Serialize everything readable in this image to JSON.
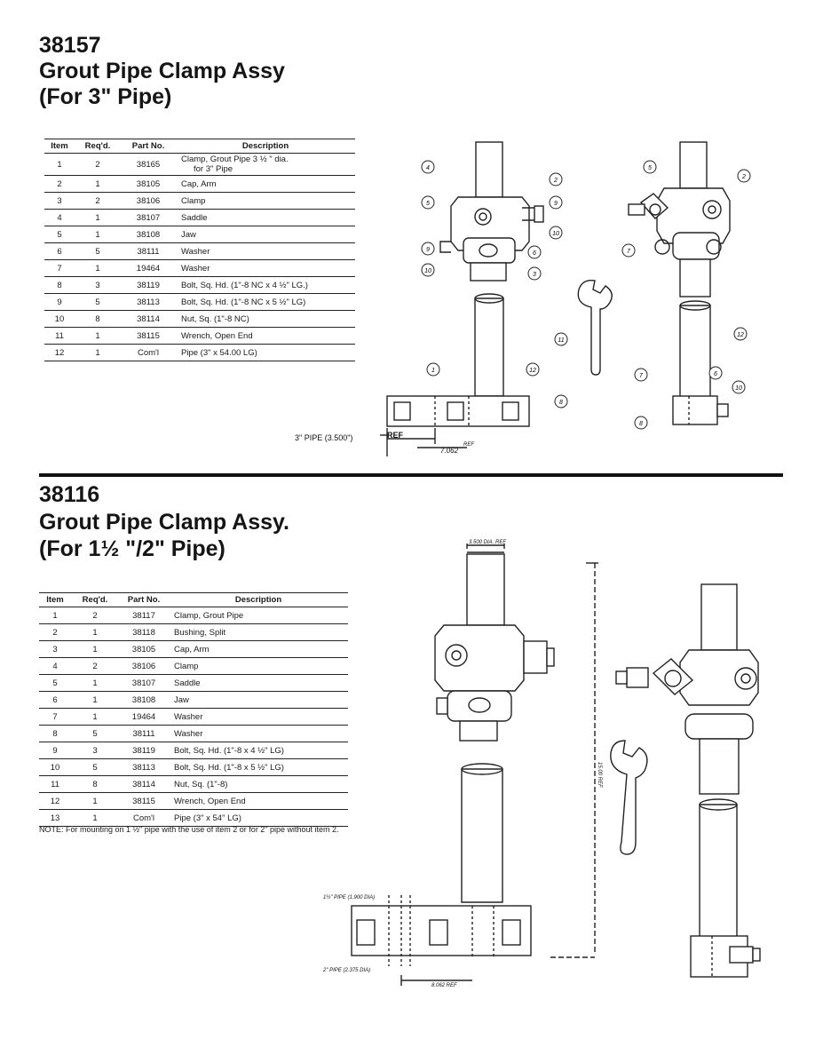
{
  "section1": {
    "number": "38157",
    "title": "Grout Pipe Clamp Assy",
    "subtitle": "(For 3\" Pipe)",
    "table": {
      "headers": [
        "Item",
        "Req'd.",
        "Part No.",
        "Description"
      ],
      "rows": [
        {
          "item": "1",
          "req": "2",
          "part": "38165",
          "desc": "Clamp, Grout Pipe 3 ½ \" dia.",
          "desc2": "for 3\" Pipe"
        },
        {
          "item": "2",
          "req": "1",
          "part": "38105",
          "desc": "Cap, Arm"
        },
        {
          "item": "3",
          "req": "2",
          "part": "38106",
          "desc": "Clamp"
        },
        {
          "item": "4",
          "req": "1",
          "part": "38107",
          "desc": "Saddle"
        },
        {
          "item": "5",
          "req": "1",
          "part": "38108",
          "desc": "Jaw"
        },
        {
          "item": "6",
          "req": "5",
          "part": "38111",
          "desc": "Washer"
        },
        {
          "item": "7",
          "req": "1",
          "part": "19464",
          "desc": "Washer"
        },
        {
          "item": "8",
          "req": "3",
          "part": "38119",
          "desc": "Bolt, Sq. Hd. (1\"-8 NC x 4 ½\" LG.)"
        },
        {
          "item": "9",
          "req": "5",
          "part": "38113",
          "desc": "Bolt, Sq. Hd. (1\"-8 NC x 5 ½\" LG)"
        },
        {
          "item": "10",
          "req": "8",
          "part": "38114",
          "desc": "Nut, Sq. (1\"-8 NC)"
        },
        {
          "item": "11",
          "req": "1",
          "part": "38115",
          "desc": "Wrench, Open End"
        },
        {
          "item": "12",
          "req": "1",
          "part": "Com'l",
          "desc": "Pipe (3\" x 54.00 LG)"
        }
      ]
    },
    "drawing": {
      "ref_label": "REF",
      "pipe_label": "3\" PIPE (3.500\")",
      "dim_label": "7.062",
      "dim_suffix": "REF",
      "callouts_left": [
        "4",
        "5",
        "9",
        "10",
        "2",
        "9",
        "10",
        "6",
        "3",
        "1",
        "12",
        "8",
        "11"
      ],
      "callouts_right": [
        "5",
        "2",
        "7",
        "12",
        "6",
        "7",
        "10",
        "8"
      ]
    }
  },
  "section2": {
    "number": "38116",
    "title": "Grout Pipe Clamp Assy.",
    "subtitle": "(For 1½ \"/2\" Pipe)",
    "table": {
      "headers": [
        "Item",
        "Req'd.",
        "Part No.",
        "Description"
      ],
      "rows": [
        {
          "item": "1",
          "req": "2",
          "part": "38117",
          "desc": "Clamp, Grout Pipe"
        },
        {
          "item": "2",
          "req": "1",
          "part": "38118",
          "desc": "Bushing, Split"
        },
        {
          "item": "3",
          "req": "1",
          "part": "38105",
          "desc": "Cap, Arm"
        },
        {
          "item": "4",
          "req": "2",
          "part": "38106",
          "desc": "Clamp"
        },
        {
          "item": "5",
          "req": "1",
          "part": "38107",
          "desc": "Saddle"
        },
        {
          "item": "6",
          "req": "1",
          "part": "38108",
          "desc": "Jaw"
        },
        {
          "item": "7",
          "req": "1",
          "part": "19464",
          "desc": "Washer"
        },
        {
          "item": "8",
          "req": "5",
          "part": "38111",
          "desc": "Washer"
        },
        {
          "item": "9",
          "req": "3",
          "part": "38119",
          "desc": "Bolt, Sq. Hd. (1\"-8 x 4 ½\" LG)"
        },
        {
          "item": "10",
          "req": "5",
          "part": "38113",
          "desc": "Bolt, Sq. Hd. (1\"-8 x 5 ½\" LG)"
        },
        {
          "item": "11",
          "req": "8",
          "part": "38114",
          "desc": "Nut, Sq. (1\"-8)"
        },
        {
          "item": "12",
          "req": "1",
          "part": "38115",
          "desc": "Wrench, Open End"
        },
        {
          "item": "13",
          "req": "1",
          "part": "Com'l",
          "desc": "Pipe (3\" x 54\" LG)"
        }
      ]
    },
    "note": "NOTE: For mounting on 1 ½\" pipe with the use of item 2 or for 2\" pipe without item 2.",
    "drawing": {
      "top_dim": "3.500 DIA. REF",
      "side_dim": "15.00 REF",
      "pipe_label_1": "1½\" PIPE (1.900 DIA)",
      "pipe_label_2": "2\" PIPE (2.375 DIA)",
      "bottom_dim": "8.062 REF"
    }
  }
}
